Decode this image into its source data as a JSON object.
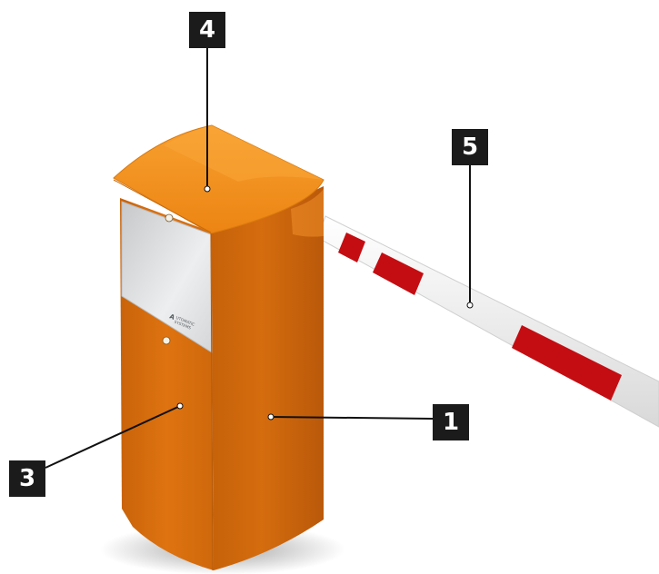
{
  "callouts": {
    "c1": "1",
    "c3": "3",
    "c4": "4",
    "c5": "5"
  },
  "brand_logo_text": "AUTOMATIC SYSTEMS",
  "colors": {
    "housing_orange": "#d9700e",
    "housing_dark": "#b85a06",
    "lid_orange": "#f08a14",
    "arm_white": "#f4f4f4",
    "arm_red": "#c40d12",
    "window_silver": "#d8dadc",
    "callout_black": "#1b1b1b"
  }
}
